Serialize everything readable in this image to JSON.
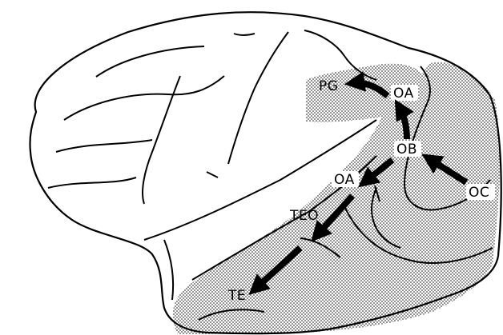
{
  "figure": {
    "regions": {
      "pg": "PG",
      "oa_upper": "OA",
      "ob": "OB",
      "oa_lower": "OA",
      "oc": "OC",
      "teo": "TEO",
      "te": "TE"
    },
    "colors": {
      "ink": "#000000",
      "background": "#ffffff",
      "stipple": "#000000"
    }
  }
}
